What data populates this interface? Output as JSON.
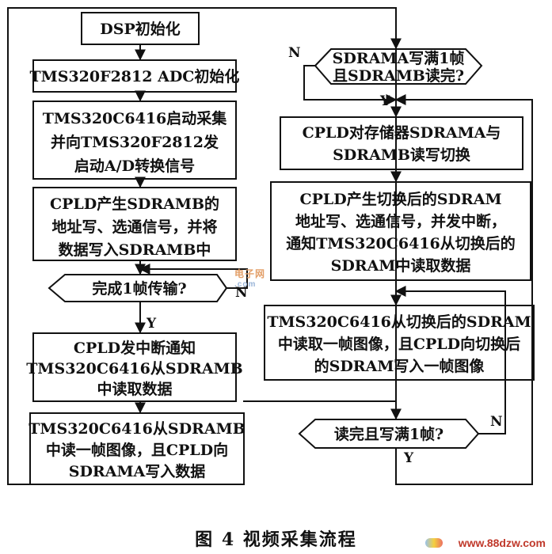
{
  "flowchart": {
    "left": {
      "dsp_init": "DSP初始化",
      "adc_init": "TMS320F2812 ADC初始化",
      "start": [
        "TMS320C6416启动采集",
        "并向TMS320F2812发",
        "启动A/D转换信号"
      ],
      "write_b": [
        "CPLD产生SDRAMB的",
        "地址写、选通信号，并将",
        "数据写入SDRAMB中"
      ],
      "decision": "完成1帧传输?",
      "interrupt": [
        "CPLD发中断通知",
        "TMS320C6416从SDRAMB",
        "中读取数据"
      ],
      "read_b": [
        "TMS320C6416从SDRAMB",
        "中读一帧图像，且CPLD向",
        "SDRAMA写入数据"
      ]
    },
    "right": {
      "decision1": [
        "SDRAMA写满1帧",
        "且SDRAMB读完?"
      ],
      "switch": [
        "CPLD对存储器SDRAMA与",
        "SDRAMB读写切换"
      ],
      "addr": [
        "CPLD产生切换后的SDRAM",
        "地址写、选通信号，并发中断，",
        "通知TMS320C6416从切换后的",
        "SDRAM中读取数据"
      ],
      "rw": [
        "TMS320C6416从切换后的SDRAM",
        "中读取一帧图像，且CPLD向切换后",
        "的SDRAM写入一帧图像"
      ],
      "decision2": "读完且写满1帧?"
    },
    "labels": {
      "yes": "Y",
      "no": "N"
    }
  },
  "caption": "图 4   视频采集流程",
  "watermarks": {
    "center_top": "电子网",
    "center_bottom": ".com",
    "bottom_right": "www.88dzw.com"
  }
}
